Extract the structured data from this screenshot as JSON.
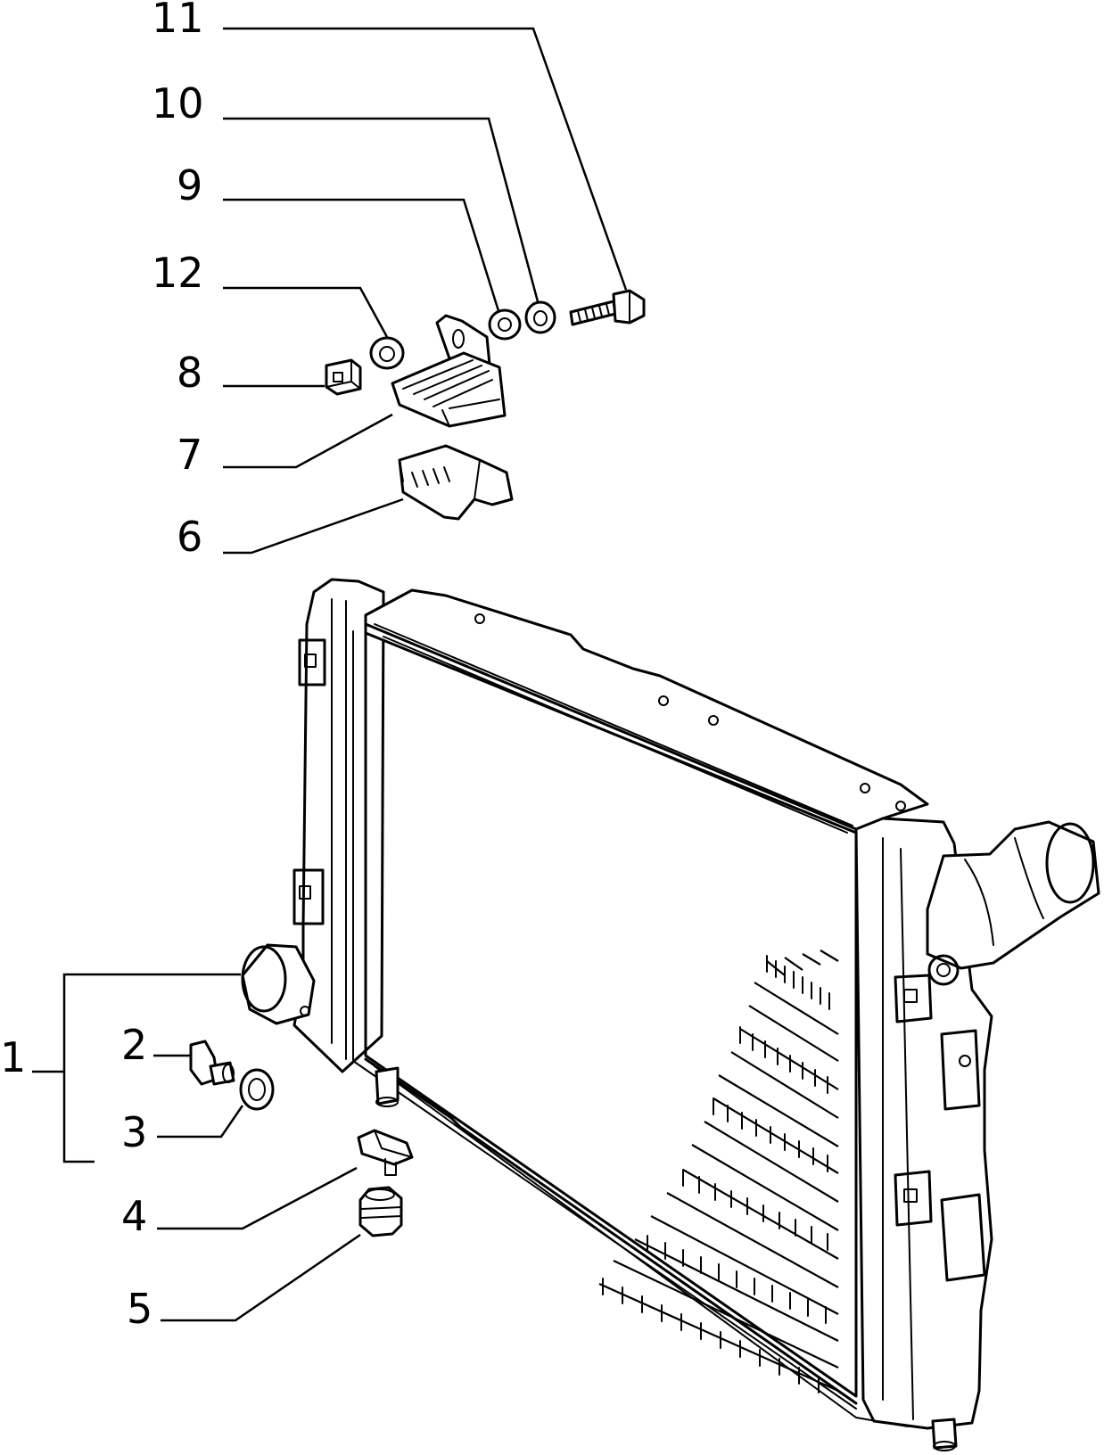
{
  "callouts": [
    {
      "id": "c11",
      "text": "11"
    },
    {
      "id": "c10",
      "text": "10"
    },
    {
      "id": "c9",
      "text": "9"
    },
    {
      "id": "c12",
      "text": "12"
    },
    {
      "id": "c8",
      "text": "8"
    },
    {
      "id": "c7",
      "text": "7"
    },
    {
      "id": "c6",
      "text": "6"
    },
    {
      "id": "c1",
      "text": "1"
    },
    {
      "id": "c2",
      "text": "2"
    },
    {
      "id": "c3",
      "text": "3"
    },
    {
      "id": "c4",
      "text": "4"
    },
    {
      "id": "c5",
      "text": "5"
    }
  ]
}
